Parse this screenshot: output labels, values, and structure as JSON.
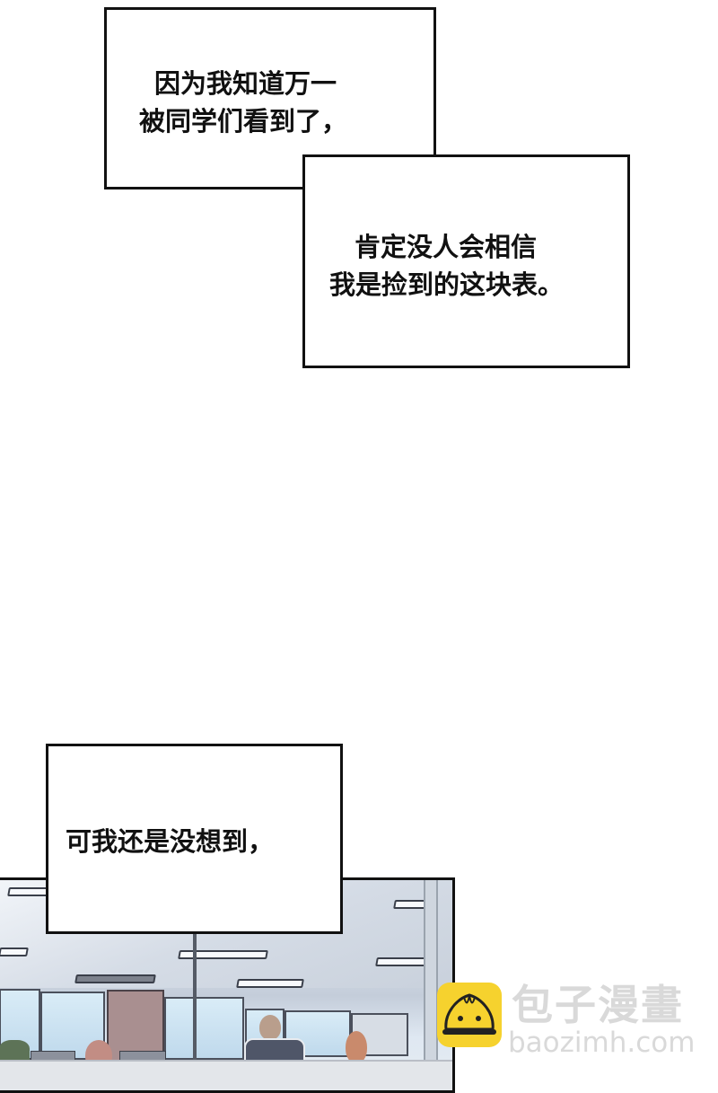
{
  "captions": {
    "box1": {
      "line1": "因为我知道万一",
      "line2": "被同学们看到了，"
    },
    "box2": {
      "line1": "肯定没人会相信",
      "line2": "我是捡到的这块表。"
    },
    "box3": {
      "line1": "可我还是没想到，"
    }
  },
  "panel": {
    "scene": "office-interior"
  },
  "watermark": {
    "brand_cn": "包子漫畫",
    "brand_url": "baozimh.com",
    "logo_color": "#f6d22e"
  }
}
